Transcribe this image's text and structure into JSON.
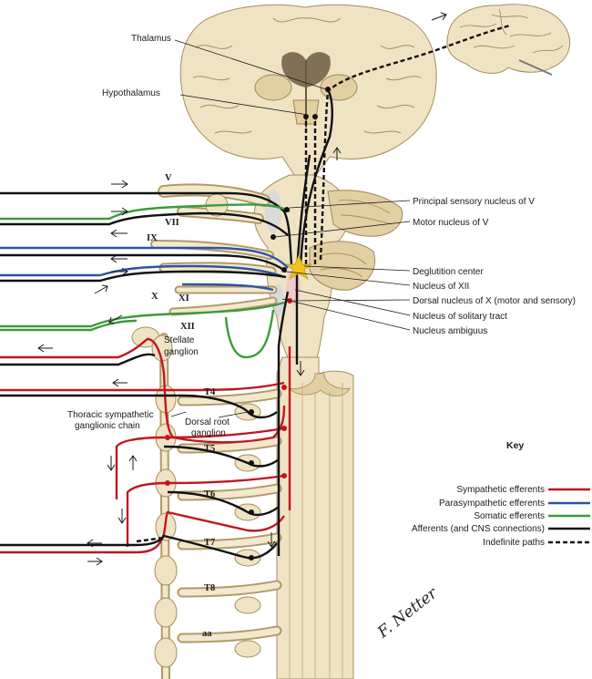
{
  "figure": {
    "brain_labels": {
      "thalamus": "Thalamus",
      "hypothalamus": "Hypothalamus"
    },
    "nucleus_labels": {
      "principal_sensory_v": "Principal sensory nucleus of V",
      "motor_v": "Motor nucleus of V",
      "deglutition_center": "Deglutition center",
      "nucleus_xii": "Nucleus of XII",
      "dorsal_nucleus_x": "Dorsal nucleus of X (motor and sensory)",
      "solitary_tract": "Nucleus of solitary tract",
      "ambiguus": "Nucleus ambiguus"
    },
    "nerve_labels": {
      "v": "V",
      "vii": "VII",
      "ix": "IX",
      "x": "X",
      "xi": "XI",
      "xii": "XII"
    },
    "ganglion_labels": {
      "stellate_line1": "Stellate",
      "stellate_line2": "ganglion",
      "chain_line1": "Thoracic sympathetic",
      "chain_line2": "ganglionic chain",
      "drg_line1": "Dorsal root",
      "drg_line2": "ganglion"
    },
    "segment_labels": {
      "t4": "T4",
      "t5": "T5",
      "t6": "T6",
      "t7": "T7",
      "t8": "T8",
      "aa": "aa"
    },
    "signature": "F. Netter"
  },
  "key": {
    "title": "Key",
    "items": [
      {
        "label": "Sympathetic efferents",
        "color": "#c0171e",
        "style": "solid"
      },
      {
        "label": "Parasympathetic efferents",
        "color": "#2d53a3",
        "style": "solid"
      },
      {
        "label": "Somatic efferents",
        "color": "#3c9b3a",
        "style": "solid"
      },
      {
        "label": "Afferents (and CNS connections)",
        "color": "#111111",
        "style": "solid"
      },
      {
        "label": "Indefinite paths",
        "color": "#111111",
        "style": "dashed"
      }
    ]
  },
  "colors": {
    "tissue": "#efe3c4",
    "tissue_outline": "#a58d5c",
    "deglutition_star": "#f2c419"
  }
}
